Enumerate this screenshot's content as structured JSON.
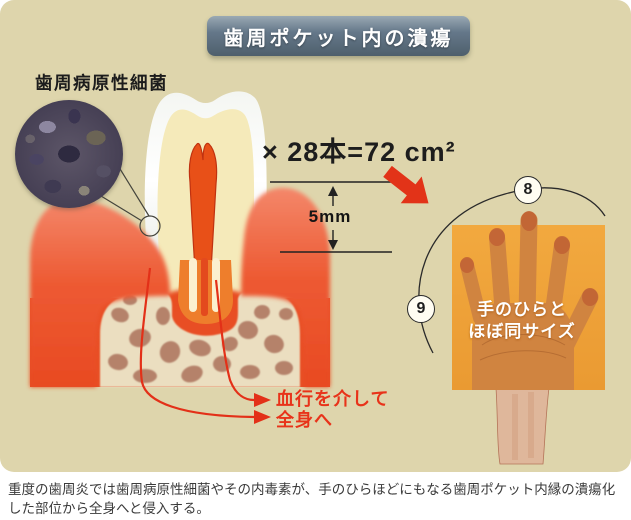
{
  "panel": {
    "title": "歯周ポケット内の潰瘍",
    "bacteria_label": "歯周病原性細菌",
    "formula": "× 28本=72 cm²",
    "pocket_depth": "5mm",
    "vessel_note_line1": "血行を介して",
    "vessel_note_line2": "全身へ",
    "hand_label_line1": "手のひらと",
    "hand_label_line2": "ほぼ同サイズ",
    "annotation_8": "8",
    "annotation_9": "9"
  },
  "caption": {
    "text": "重度の歯周炎では歯周病原性細菌やその内毒素が、手のひらほどにもなる歯周ポケット内縁の潰瘍化した部位から全身へと侵入する。"
  },
  "colors": {
    "panel_background": "#ded5ac",
    "banner": "#4e5f6c",
    "gum_red": "#e84e27",
    "bone_cream": "#ebdec0",
    "bone_hole_brown": "#b5826b",
    "hand_panel_orange": "#efa23c",
    "accent_red": "#e23318",
    "pulp_red": "#e85018",
    "ligament_orange": "#f3a83b"
  }
}
